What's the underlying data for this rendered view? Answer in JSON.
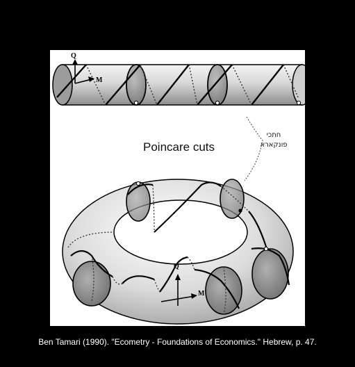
{
  "diagram": {
    "label_cuts": "Poincare cuts",
    "label_hebrew_line1": "חתכי",
    "label_hebrew_line2": "פונקארא",
    "cylinder_axis_q": "Q",
    "cylinder_axis_m": "M",
    "torus_axis_q": "Q",
    "torus_axis_m": "M"
  },
  "caption": "Ben Tamari (1990). \"Ecometry - Foundations of Economics.\" Hebrew, p. 47.",
  "colors": {
    "background": "#000000",
    "panel": "#ffffff",
    "surface_light": "#eeeeee",
    "surface_dark": "#8a8a8a",
    "curve": "#000000"
  }
}
